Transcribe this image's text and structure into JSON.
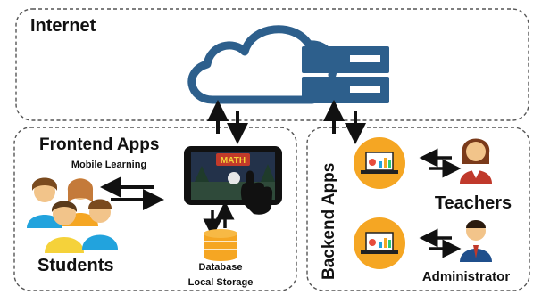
{
  "regions": {
    "internet": "Internet",
    "frontend": "Frontend Apps",
    "backend": "Backend Apps"
  },
  "labels": {
    "mobile_learning": "Mobile Learning",
    "students": "Students",
    "database": "Database",
    "local_storage": "Local Storage",
    "teachers": "Teachers",
    "administrator": "Administrator"
  },
  "tablet_logo": "MATH",
  "colors": {
    "cloud": "#2d5f8c",
    "server": "#2d5f8c",
    "orange": "#f5a623",
    "dashed": "#555555",
    "text": "#111111"
  }
}
